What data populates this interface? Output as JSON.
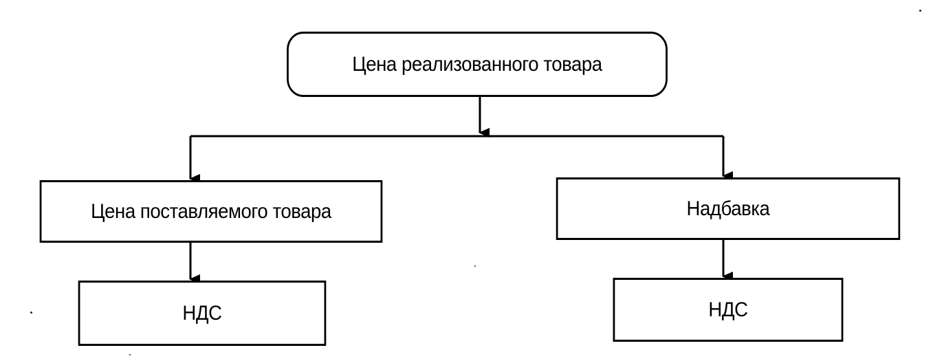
{
  "diagram": {
    "root": {
      "label": "Цена реализованного товара"
    },
    "left_branch": {
      "label": "Цена поставляемого товара",
      "child": {
        "label": "НДС"
      }
    },
    "right_branch": {
      "label": "Надбавка",
      "child": {
        "label": "НДС"
      }
    },
    "colors": {
      "stroke": "#000000",
      "background": "#ffffff"
    }
  }
}
